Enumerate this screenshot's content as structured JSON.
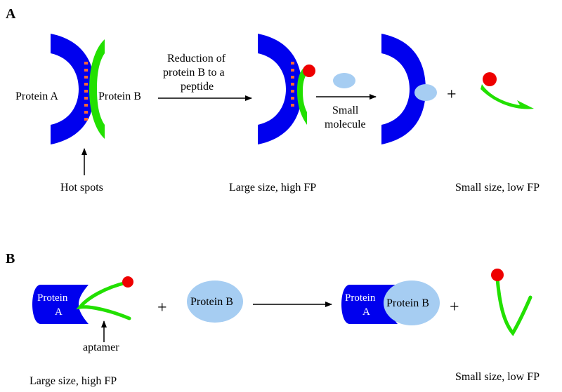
{
  "panel_a": {
    "label": "A",
    "protein_a": "Protein A",
    "protein_b": "Protein B",
    "hot_spots": "Hot spots",
    "step1_line1": "Reduction of",
    "step1_line2": "protein B to a",
    "step1_line3": "peptide",
    "step2_line1": "Small",
    "step2_line2": "molecule",
    "caption_mid": "Large size, high FP",
    "caption_right": "Small size, low FP",
    "plus": "+"
  },
  "panel_b": {
    "label": "B",
    "protein_a_line1": "Protein",
    "protein_a_line2": "A",
    "protein_b": "Protein B",
    "aptamer": "aptamer",
    "complex_a_line1": "Protein",
    "complex_a_line2": "A",
    "complex_b": "Protein B",
    "caption_left": "Large size, high FP",
    "caption_right": "Small size, low FP",
    "plus1": "+",
    "plus2": "+"
  },
  "colors": {
    "protein_a": "#0000ee",
    "protein_b_green": "#22e000",
    "small_molecule": "#a6cdf2",
    "fluorophore": "#ee0000",
    "hot_spot": "#ff6633"
  }
}
